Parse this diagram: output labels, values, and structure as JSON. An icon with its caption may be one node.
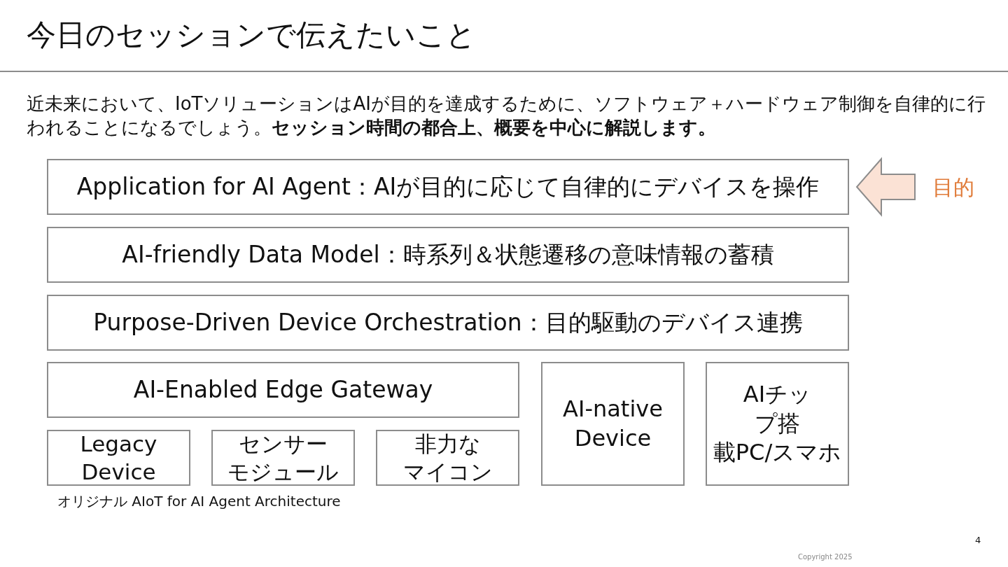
{
  "diagram": {
    "title": "今日のセッションで伝えたいこと",
    "nodes": [
      {
        "text": [
          "Application for AI Agent：AIが目的に応じて自律的にデバイスを操作"
        ]
      },
      {
        "text": [
          "AI-friendly Data Model：時系列＆状態遷移の意味情報の蓄積"
        ]
      },
      {
        "text": [
          "Purpose-Driven Device Orchestration：目的駆動のデバイス連携"
        ]
      },
      {
        "text": [
          "AI-Enabled Edge Gateway"
        ]
      },
      {
        "text": [
          "Legacy Device"
        ]
      },
      {
        "text": [
          "センサーモジュール"
        ]
      },
      {
        "text": [
          "非力なマイコン"
        ]
      },
      {
        "text": [
          "AI-native Device"
        ]
      },
      {
        "text": [
          "AIチップ搭載PC/スマホ"
        ]
      },
      {
        "text": [
          "目的"
        ]
      }
    ],
    "edges": [
      {
        "from": 9,
        "to": 0,
        "arrow": "to"
      }
    ],
    "labels": [
      "近未来において、IoTソリューションはAIが目的を達成するために、ソフトウェア＋ハードウェア制御を自律的に行われることになるでしょう。**セッション時間の都合上、概要を中心に解説します。**",
      "オリジナル AIoT for AI Agent Architecture",
      "4",
      "Copyright 2025"
    ]
  }
}
